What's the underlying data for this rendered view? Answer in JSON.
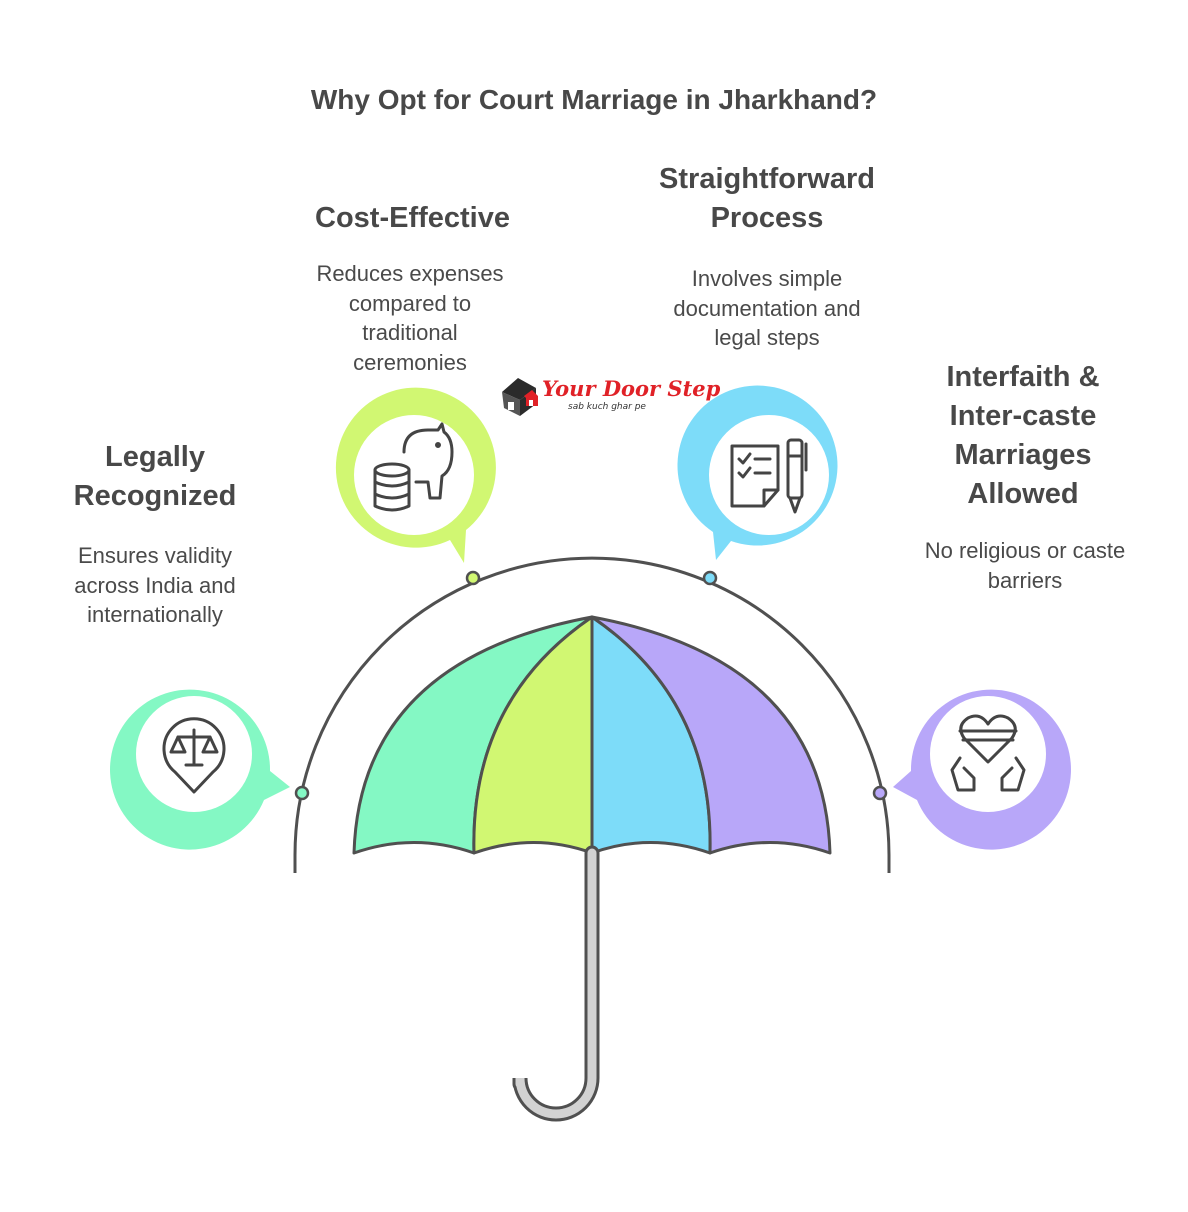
{
  "title": "Why Opt for Court Marriage in Jharkhand?",
  "brand": {
    "name": "Your Door Step",
    "tagline": "sab kuch ghar pe",
    "logo_color": "#e02127"
  },
  "colors": {
    "green": "#84f8c4",
    "lime": "#d1f772",
    "blue": "#7ddcf9",
    "purple": "#b8a7f9",
    "handle": "#d2d2d2",
    "outline": "#505050"
  },
  "items": [
    {
      "id": "legally-recognized",
      "heading": [
        "Legally",
        "Recognized"
      ],
      "description": [
        "Ensures validity",
        "across India and",
        "internationally"
      ],
      "icon": "scales-location-pin-icon",
      "color": "#84f8c4"
    },
    {
      "id": "cost-effective",
      "heading": [
        "Cost-Effective"
      ],
      "description": [
        "Reduces expenses",
        "compared to",
        "traditional",
        "ceremonies"
      ],
      "icon": "piggy-bank-coins-icon",
      "color": "#d1f772"
    },
    {
      "id": "straightforward-process",
      "heading": [
        "Straightforward",
        "Process"
      ],
      "description": [
        "Involves simple",
        "documentation and",
        "legal steps"
      ],
      "icon": "checklist-pen-icon",
      "color": "#7ddcf9"
    },
    {
      "id": "interfaith-intercaste",
      "heading": [
        "Interfaith &",
        "Inter-caste",
        "Marriages",
        "Allowed"
      ],
      "description": [
        "No religious or caste",
        "barriers"
      ],
      "icon": "heart-in-hands-icon",
      "color": "#b8a7f9"
    }
  ]
}
